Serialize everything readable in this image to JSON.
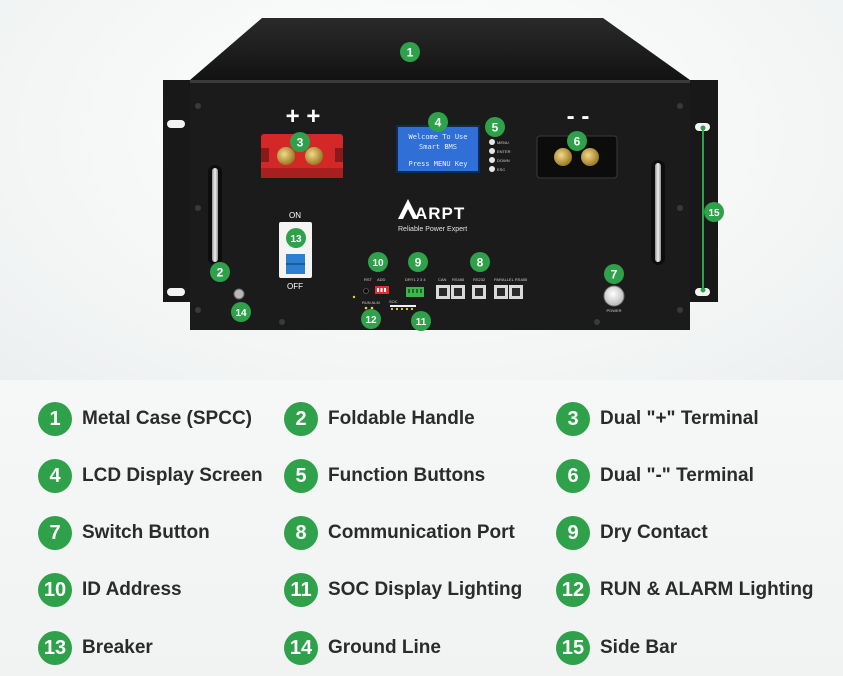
{
  "device": {
    "brand_logo": "ARPT",
    "brand_tagline": "Reliable Power Expert",
    "plus_terminal_marks": "+ +",
    "minus_terminal_marks": "- -",
    "lcd_line1": "Welcome To Use",
    "lcd_line2": "Smart BMS",
    "lcd_line3": "Press MENU Key",
    "buttons": [
      "MENU",
      "ENTER",
      "DOWN",
      "ESC"
    ],
    "breaker_on": "ON",
    "breaker_off": "OFF",
    "port_labels": {
      "rst": "RST",
      "add": "ADD",
      "dry": "DRY1 2 3 4",
      "can": "CAN",
      "rs485a": "RS485",
      "rs232": "RS232",
      "parallel": "PARALLEL RS485",
      "run_alm": "RUN ALM",
      "soc": "SOC",
      "power": "POWER"
    }
  },
  "callouts": [
    "1",
    "2",
    "3",
    "4",
    "5",
    "6",
    "7",
    "8",
    "9",
    "10",
    "11",
    "12",
    "13",
    "14",
    "15"
  ],
  "legend": [
    {
      "num": "1",
      "label": "Metal Case (SPCC)"
    },
    {
      "num": "2",
      "label": "Foldable Handle"
    },
    {
      "num": "3",
      "label": "Dual \"+\" Terminal"
    },
    {
      "num": "4",
      "label": "LCD Display Screen"
    },
    {
      "num": "5",
      "label": "Function Buttons"
    },
    {
      "num": "6",
      "label": "Dual  \"-\"  Terminal"
    },
    {
      "num": "7",
      "label": "Switch Button"
    },
    {
      "num": "8",
      "label": "Communication Port"
    },
    {
      "num": "9",
      "label": "Dry Contact"
    },
    {
      "num": "10",
      "label": "ID Address"
    },
    {
      "num": "11",
      "label": "SOC Display Lighting"
    },
    {
      "num": "12",
      "label": "RUN & ALARM Lighting"
    },
    {
      "num": "13",
      "label": "Breaker"
    },
    {
      "num": "14",
      "label": "Ground Line"
    },
    {
      "num": "15",
      "label": "Side Bar"
    }
  ],
  "colors": {
    "callout_green": "#2ea14a",
    "case_black": "#1c1c1c",
    "lcd_blue": "#2f6fd6",
    "terminal_red": "#d42828",
    "breaker_blue": "#2d7fd0"
  }
}
